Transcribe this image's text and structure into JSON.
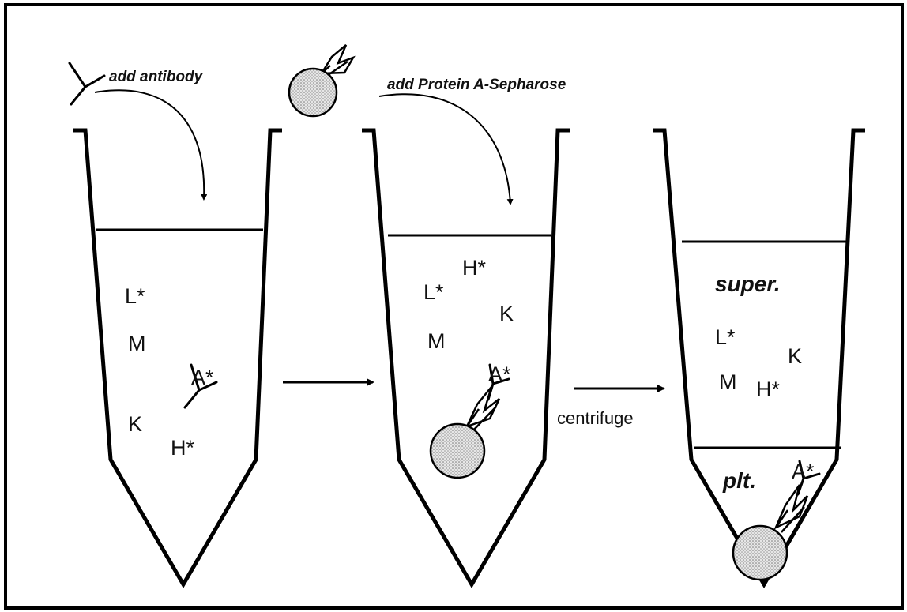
{
  "steps": {
    "add_antibody": "add antibody",
    "add_protein_a": "add Protein A-Sepharose",
    "centrifuge": "centrifuge"
  },
  "tube1": {
    "L": "L*",
    "M": "M",
    "A": "A*",
    "K": "K",
    "H": "H*"
  },
  "tube2": {
    "H": "H*",
    "L": "L*",
    "K": "K",
    "M": "M",
    "A": "A*"
  },
  "tube3": {
    "super": "super.",
    "L": "L*",
    "K": "K",
    "M": "M",
    "H": "H*",
    "plt": "plt.",
    "A": "A*"
  }
}
